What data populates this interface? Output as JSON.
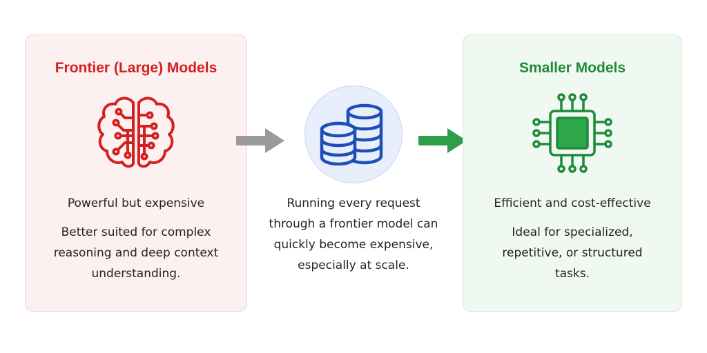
{
  "left_card": {
    "title": "Frontier (Large) Models",
    "icon": "brain-icon",
    "subtitle": "Powerful but expensive",
    "description": "Better suited for complex reasoning and deep context understanding.",
    "accent_color": "#d32020"
  },
  "middle": {
    "icon": "coins-icon",
    "text": "Running every request through a frontier model can quickly become expensive, especially at scale.",
    "accent_color": "#1e4fb8"
  },
  "right_card": {
    "title": "Smaller Models",
    "icon": "chip-icon",
    "subtitle": "Efficient and cost-effective",
    "description": "Ideal for specialized, repetitive, or structured tasks.",
    "accent_color": "#1f8a3a"
  },
  "arrows": [
    {
      "icon": "arrow-right-icon",
      "color": "#9a9a9a"
    },
    {
      "icon": "arrow-right-icon",
      "color": "#2e9e4a"
    }
  ]
}
